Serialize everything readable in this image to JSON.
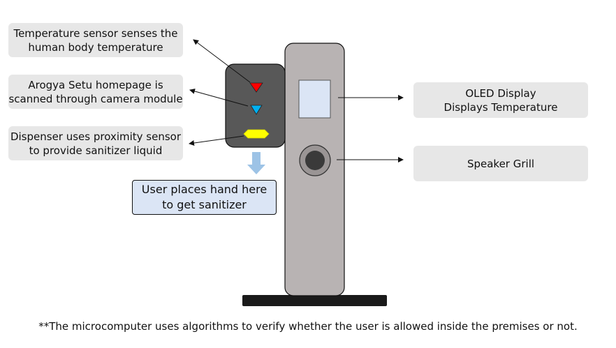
{
  "labels": {
    "temperature_sensor": "Temperature sensor senses the\nhuman body temperature",
    "arogya_setu": "Arogya Setu homepage is\nscanned through camera module",
    "dispenser": "Dispenser uses proximity sensor\nto provide sanitizer liquid",
    "oled_display": "OLED Display\nDisplays Temperature",
    "speaker_grill": "Speaker Grill"
  },
  "callout": {
    "hand_here": "User places hand here\nto get sanitizer"
  },
  "footnote": "**The microcomputer uses algorithms to verify whether the user is allowed inside the premises or not.",
  "colors": {
    "label_bg": "#e7e7e7",
    "callout_bg": "#dbe5f5",
    "pillar": "#b8b3b3",
    "sensor_head": "#585858",
    "red_triangle": "#ff0000",
    "blue_triangle": "#00b0f0",
    "yellow_dispenser": "#ffff00",
    "down_arrow": "#9dc3e6",
    "display_screen": "#dbe5f5",
    "base": "#1a1a1a"
  }
}
